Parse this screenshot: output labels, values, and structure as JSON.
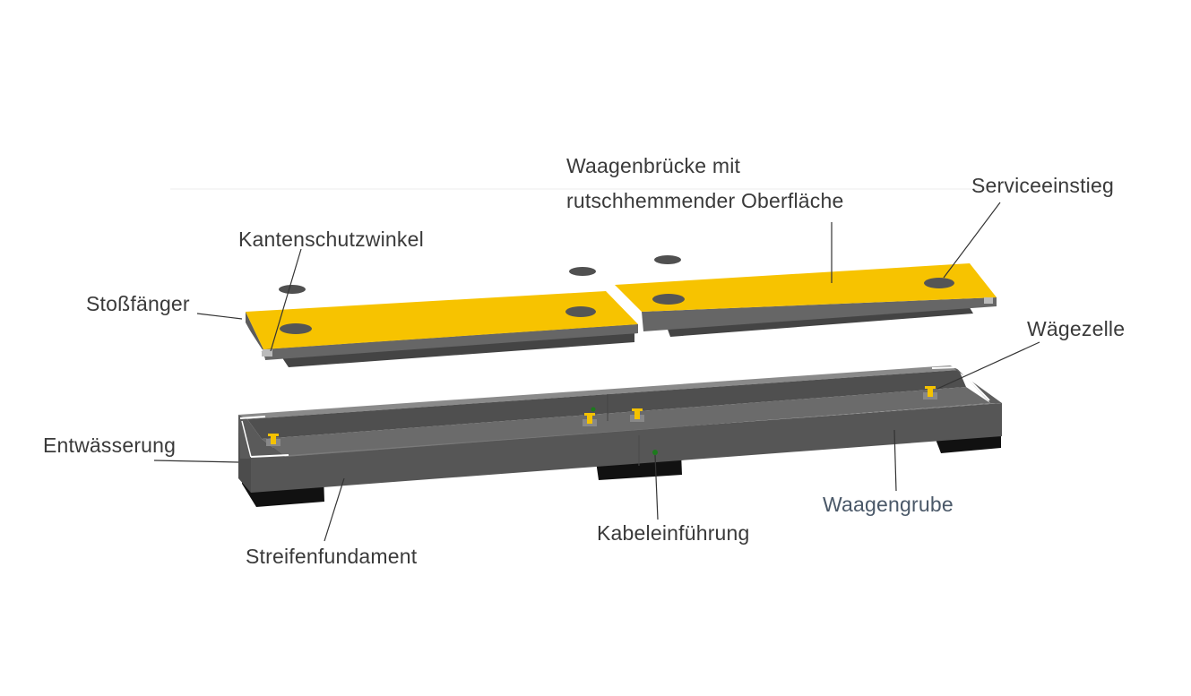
{
  "diagram": {
    "labels": {
      "bridge_line1": "Waagenbrücke mit",
      "bridge_line2": "rutschhemmender Oberfläche",
      "service": "Serviceeinstieg",
      "edge_angle": "Kantenschutzwinkel",
      "bumper": "Stoßfänger",
      "load_cell": "Wägezelle",
      "drainage": "Entwässerung",
      "pit": "Waagengrube",
      "cable": "Kabeleinführung",
      "foundation": "Streifenfundament"
    },
    "colors": {
      "deck": "#f7c300",
      "deck_side": "#5c5c5c",
      "deck_bottom": "#444444",
      "pit_wall": "#5a5a5a",
      "pit_floor": "#6a6a6a",
      "pit_inner_wall": "#4e4e4e",
      "foundation": "#111111",
      "leader": "#333333"
    }
  }
}
